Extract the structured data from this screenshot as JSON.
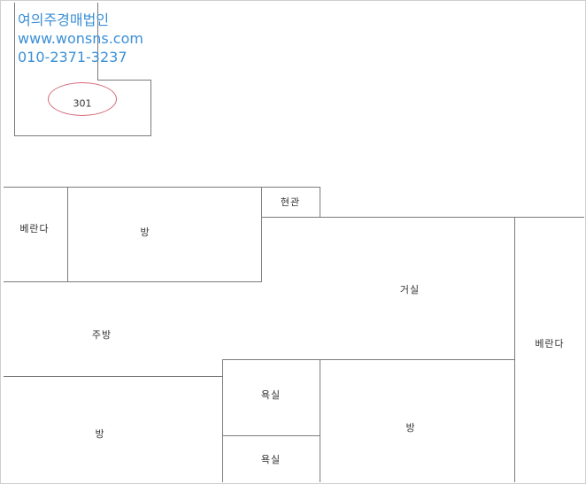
{
  "watermark": {
    "company": "여의주경매법인",
    "website": "www.wonsns.com",
    "phone": "010-2371-3237"
  },
  "unit": {
    "number": "301"
  },
  "rooms": {
    "veranda_left": "베란다",
    "room_top": "방",
    "entrance": "현관",
    "living_room": "거실",
    "kitchen": "주방",
    "veranda_right": "베란다",
    "bathroom_1": "욕실",
    "bathroom_2": "욕실",
    "room_bottom_left": "방",
    "room_bottom_right": "방"
  },
  "colors": {
    "watermark": "#3a8fd6",
    "wall_line": "#7a7a7a",
    "unit_ellipse": "#d46a7a"
  }
}
